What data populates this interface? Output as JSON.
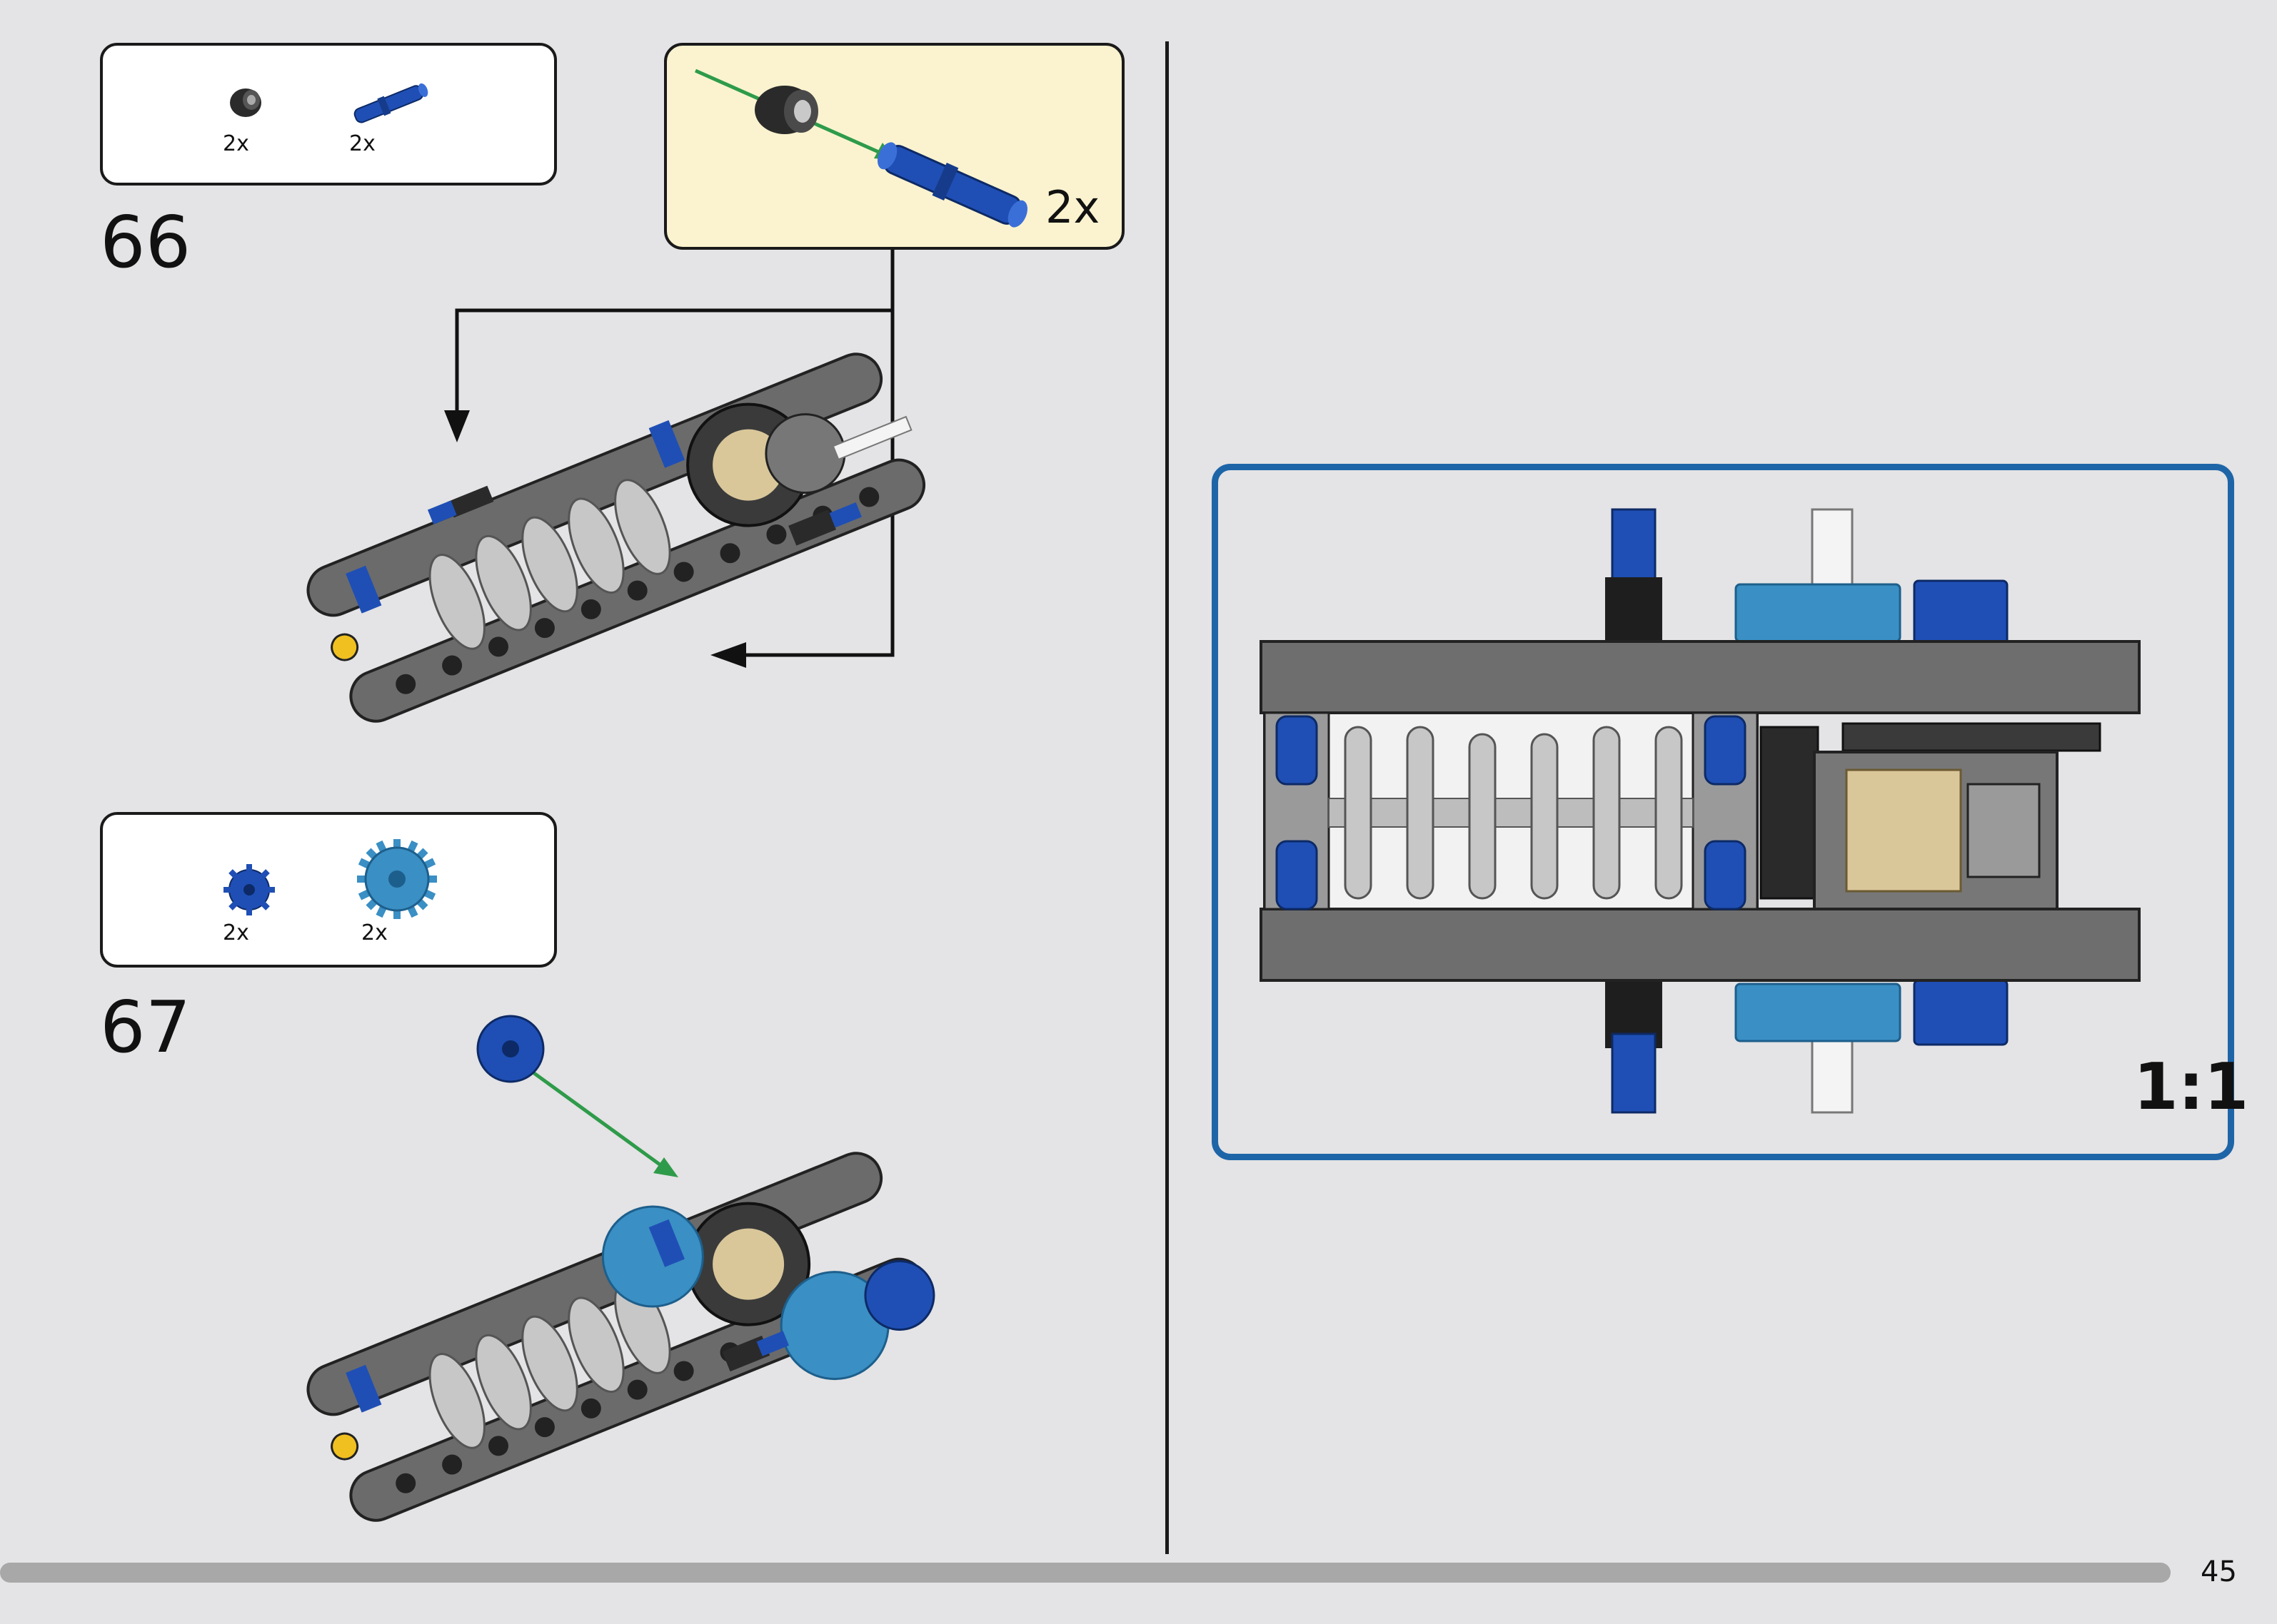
{
  "steps": [
    {
      "number": "66",
      "parts": [
        {
          "icon": "black-bush-icon",
          "qty": "2x"
        },
        {
          "icon": "blue-axle-pin-icon",
          "qty": "2x"
        }
      ],
      "subassembly": {
        "qty": "2x"
      }
    },
    {
      "number": "67",
      "parts": [
        {
          "icon": "blue-gear-12-tooth-icon",
          "qty": "2x"
        },
        {
          "icon": "azure-gear-20-tooth-icon",
          "qty": "2x"
        }
      ]
    }
  ],
  "scale_callout": {
    "label": "1:1"
  },
  "footer": {
    "page_number": "45",
    "progress": 0.95
  },
  "colors": {
    "background": "#e4e3e5",
    "callout_subassembly": "#fbf3cf",
    "callout_scale_border": "#1e65a8",
    "lego_blue": "#1f4fb5",
    "lego_azure": "#3a8fc4",
    "dark_gray": "#6b6b6b",
    "arrow_green": "#2e9b4a"
  }
}
